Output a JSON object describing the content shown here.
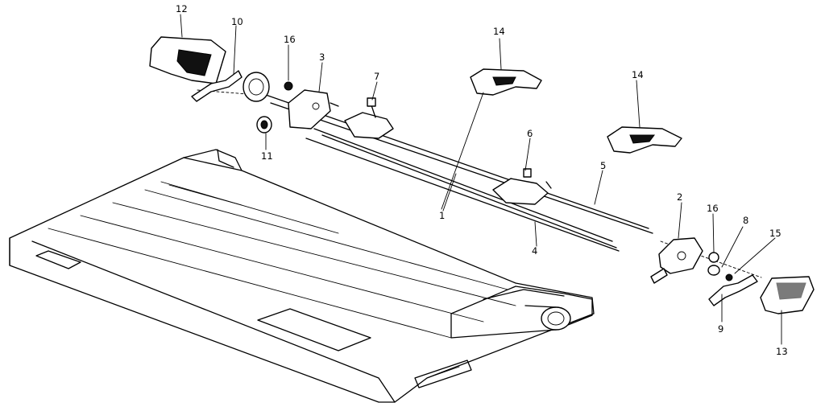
{
  "callouts": [
    {
      "id": "c1",
      "text": "1"
    },
    {
      "id": "c2",
      "text": "2"
    },
    {
      "id": "c3",
      "text": "3"
    },
    {
      "id": "c4",
      "text": "4"
    },
    {
      "id": "c5",
      "text": "5"
    },
    {
      "id": "c6",
      "text": "6"
    },
    {
      "id": "c7",
      "text": "7"
    },
    {
      "id": "c8",
      "text": "8"
    },
    {
      "id": "c9",
      "text": "9"
    },
    {
      "id": "c10",
      "text": "10"
    },
    {
      "id": "c11",
      "text": "11"
    },
    {
      "id": "c12",
      "text": "12"
    },
    {
      "id": "c13",
      "text": "13"
    },
    {
      "id": "c14a",
      "text": "14"
    },
    {
      "id": "c14b",
      "text": "14"
    },
    {
      "id": "c15",
      "text": "15"
    },
    {
      "id": "c16a",
      "text": "16"
    },
    {
      "id": "c16b",
      "text": "16"
    }
  ]
}
